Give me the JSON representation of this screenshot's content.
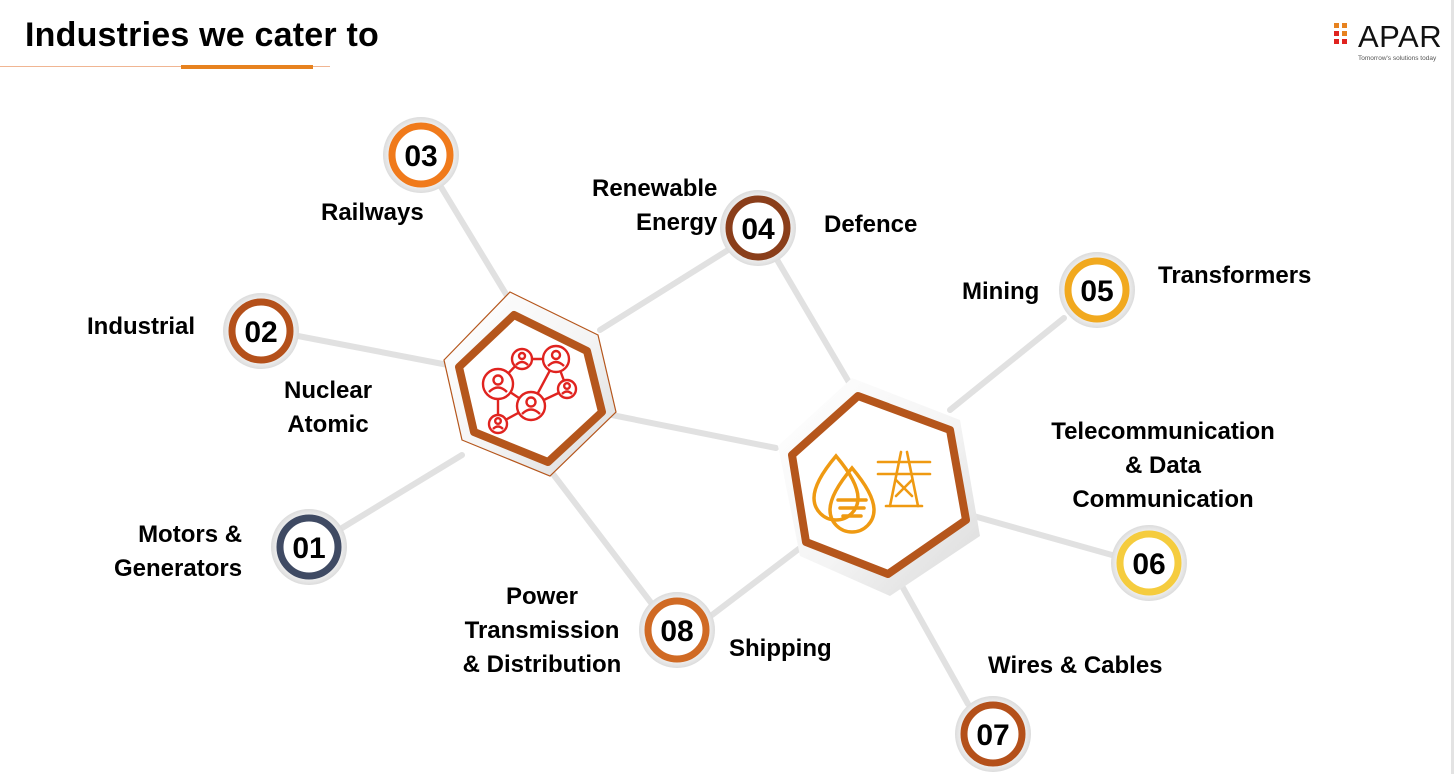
{
  "title": "Industries we cater to",
  "logo": {
    "word": "APAR",
    "tagline": "Tomorrow's solutions today"
  },
  "colors": {
    "accent_orange": "#e7821f",
    "brand_red": "#e0231f",
    "ring_dark_orange": "#b4501a",
    "ring_brown": "#8a3e1a",
    "ring_amber": "#f1a91f",
    "ring_yellow": "#f5cc3e",
    "ring_slate": "#3f4a63",
    "hex_border": "#b5561c"
  },
  "hubs": [
    {
      "id": "network-hub",
      "icon": "network-people-icon"
    },
    {
      "id": "energy-hub",
      "icon": "oil-drops-transmission-tower-icon"
    }
  ],
  "nodes": [
    {
      "number": "01",
      "ring": "#3f4a63",
      "labels": [
        [
          "Motors &",
          "Generators"
        ]
      ]
    },
    {
      "number": "02",
      "ring": "#b4501a",
      "labels": [
        [
          "Industrial"
        ],
        [
          "Nuclear",
          "Atomic"
        ]
      ]
    },
    {
      "number": "03",
      "ring": "#f07a1b",
      "labels": [
        [
          "Railways"
        ]
      ]
    },
    {
      "number": "04",
      "ring": "#8a3e1a",
      "labels": [
        [
          "Renewable",
          "Energy"
        ],
        [
          "Defence"
        ]
      ]
    },
    {
      "number": "05",
      "ring": "#f1a91f",
      "labels": [
        [
          "Mining"
        ],
        [
          "Transformers"
        ]
      ]
    },
    {
      "number": "06",
      "ring": "#f5cc3e",
      "labels": [
        [
          "Telecommunication",
          "& Data",
          "Communication"
        ]
      ]
    },
    {
      "number": "07",
      "ring": "#b4501a",
      "labels": [
        [
          "Wires & Cables"
        ]
      ]
    },
    {
      "number": "08",
      "ring": "#d06a24",
      "labels": [
        [
          "Power",
          "Transmission",
          "& Distribution"
        ],
        [
          "Shipping"
        ]
      ]
    }
  ]
}
